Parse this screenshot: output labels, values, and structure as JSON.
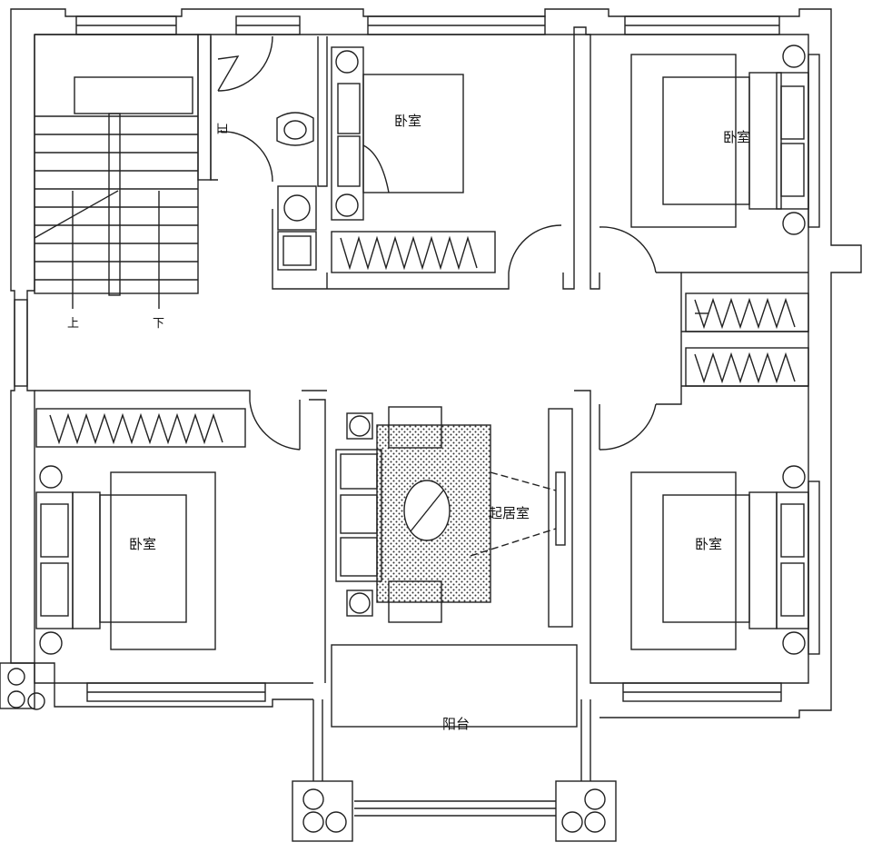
{
  "plan": {
    "rooms": {
      "bedroom_top_center": "卧室",
      "bedroom_top_right": "卧室",
      "bedroom_bottom_left": "卧室",
      "bedroom_bottom_right": "卧室",
      "living_room": "起居室",
      "balcony": "阳台",
      "bathroom": "卫"
    },
    "stair": {
      "up_label": "上",
      "down_label": "下"
    }
  }
}
